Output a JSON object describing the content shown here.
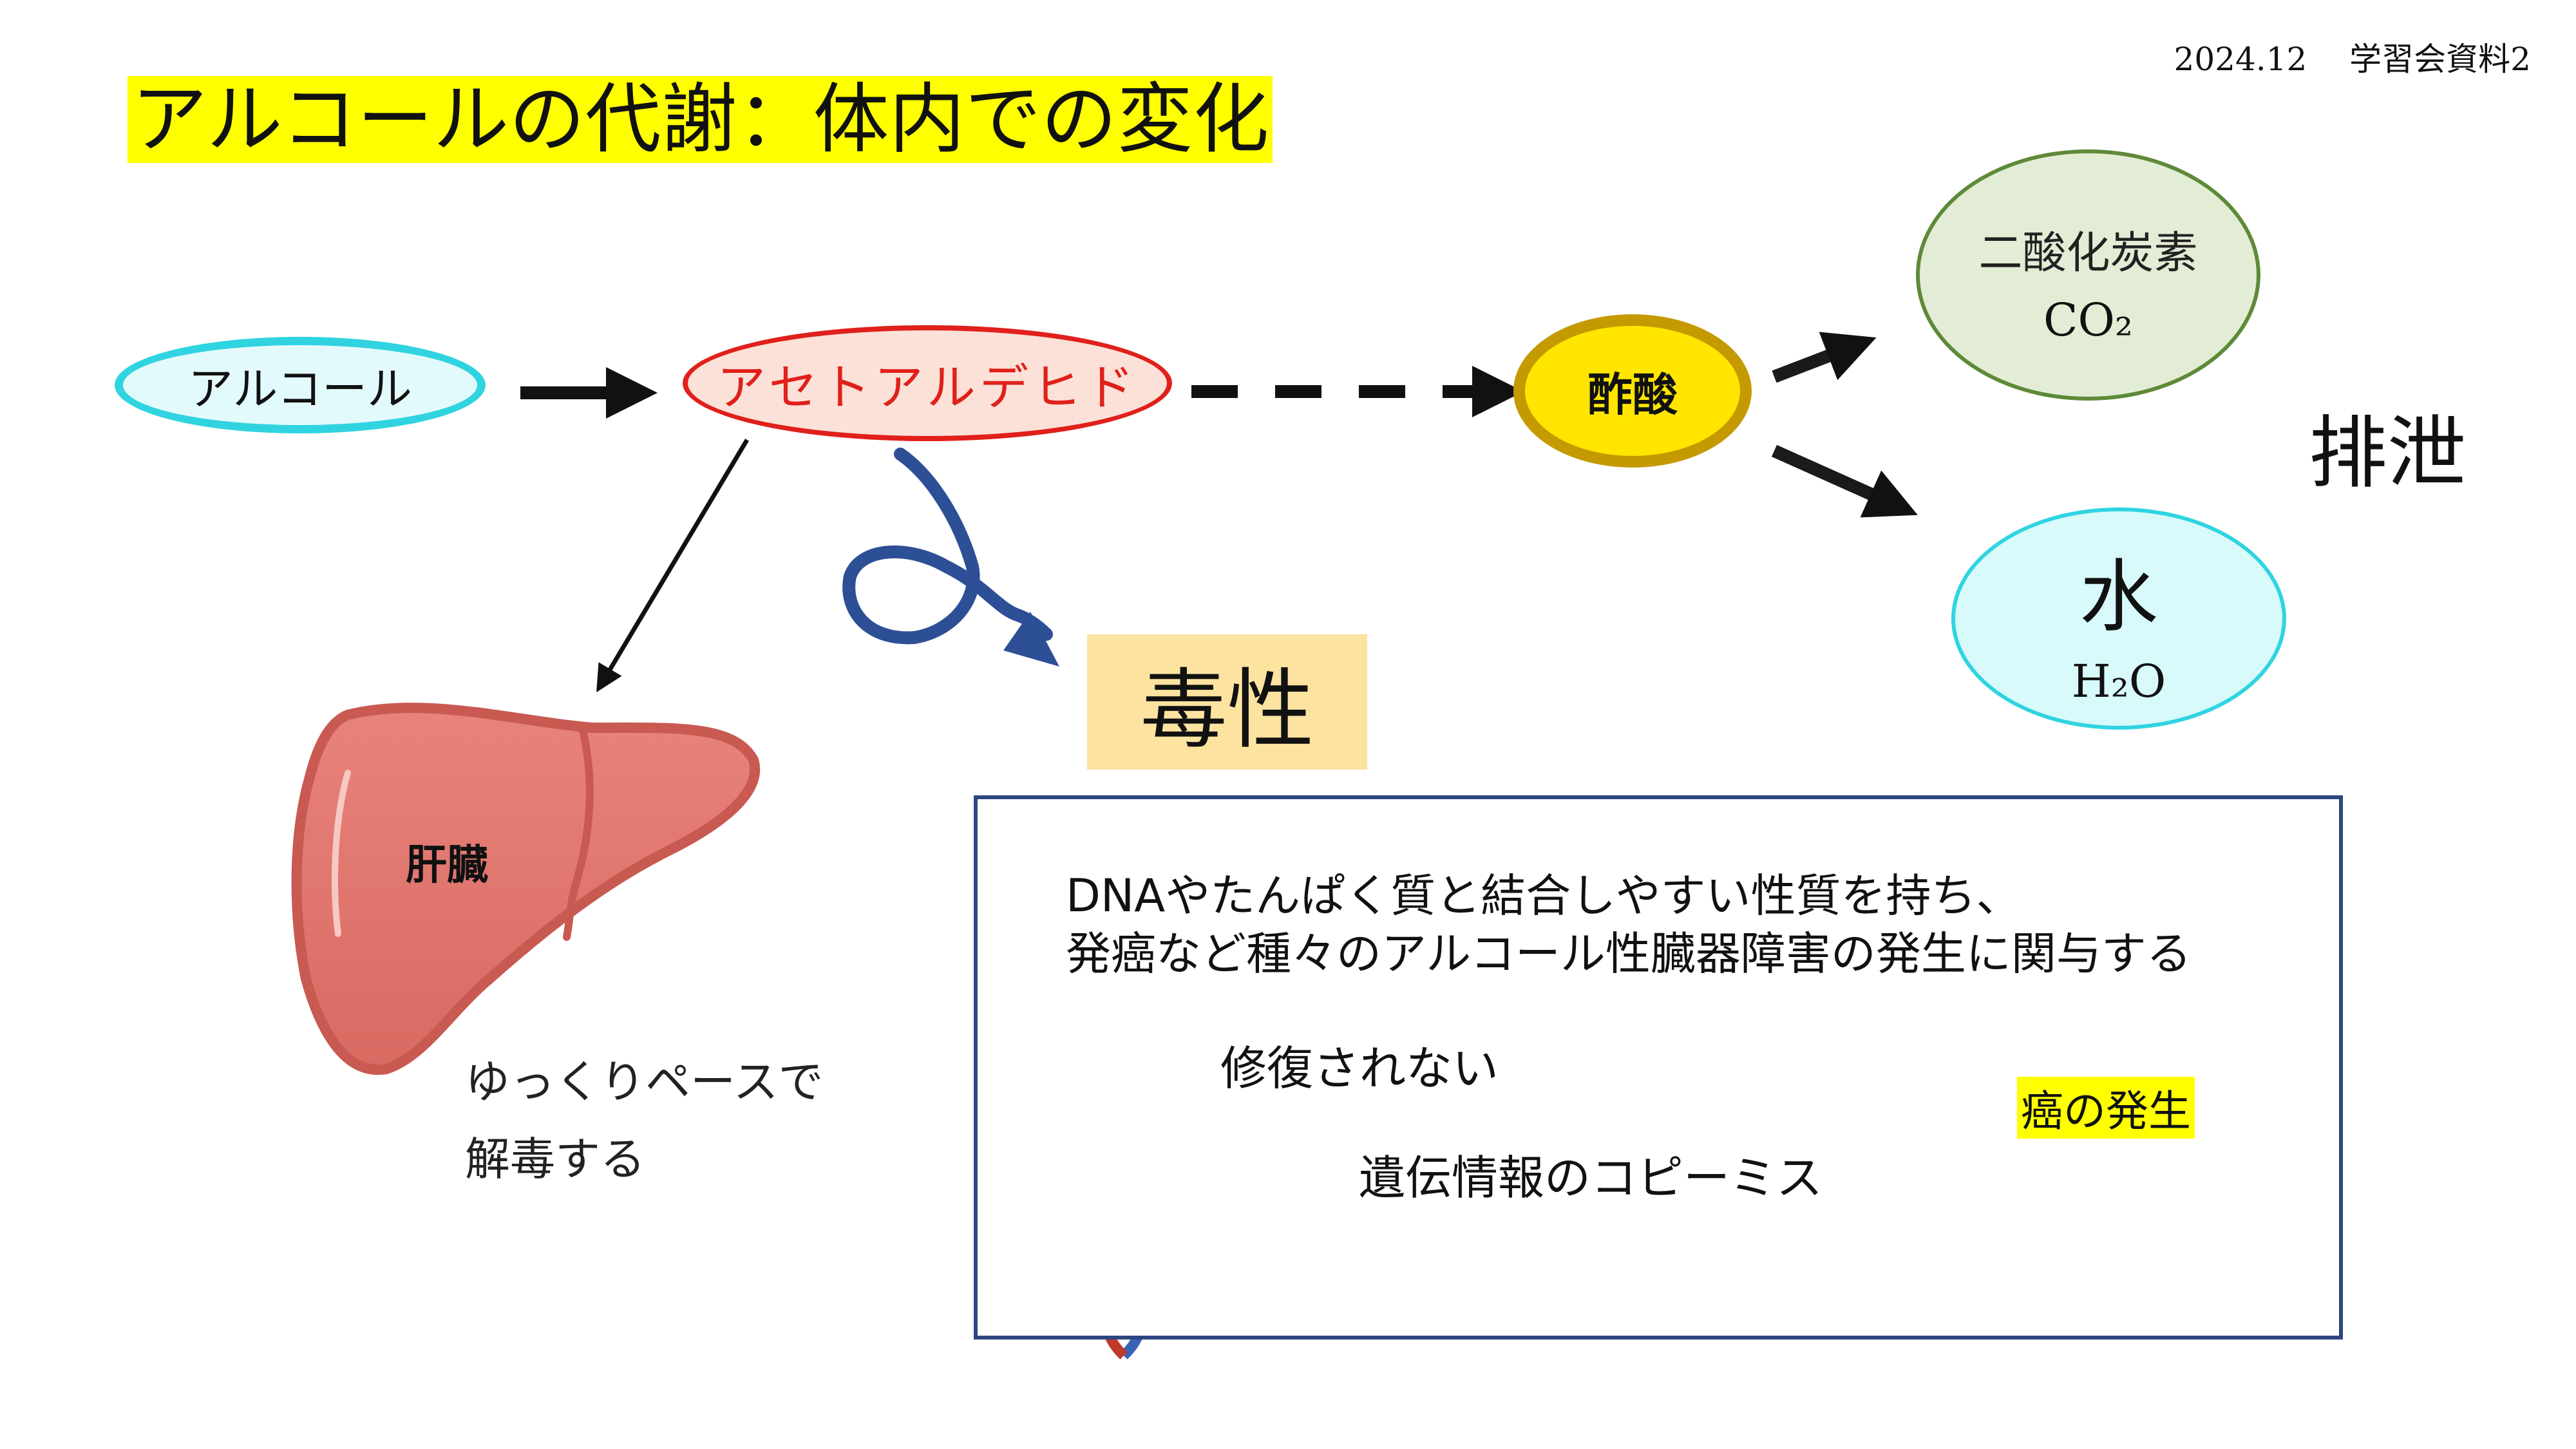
{
  "header": {
    "date_label": "2024.12　 学習会資料2"
  },
  "title": {
    "text": "アルコールの代謝：体内での変化",
    "highlight_color": "#ffff00"
  },
  "nodes": {
    "alcohol": "アルコール",
    "acetaldehyde": "アセトアルデヒド",
    "acetic_acid": "酢酸",
    "co2_name": "二酸化炭素",
    "co2_formula": "CO₂",
    "water_name": "水",
    "water_formula": "H₂O"
  },
  "excretion": "排泄",
  "toxicity": "毒性",
  "liver": {
    "label": "肝臓",
    "note_line1": "ゆっくりペースで",
    "note_line2": "解毒する"
  },
  "info_box": {
    "line1": "DNAやたんぱく質と結合しやすい性質を持ち、",
    "line2": "発癌など種々のアルコール性臓器障害の発生に関与する",
    "not_repaired": "修復されない",
    "copy_error": "遺伝情報のコピーミス",
    "cancer": "癌の発生"
  },
  "colors": {
    "acetaldehyde_text": "#e0201a",
    "alcohol_border": "#2fd4e0",
    "acetic_fill": "#ffe500",
    "box_border": "#2c4780",
    "wavy_arrow": "#2d4f96",
    "burst_border": "#e8141c",
    "liver_fill": "#e27a72"
  },
  "icons": [
    "arrow-icon",
    "dashed-arrow-icon",
    "wavy-arrow-icon",
    "liver-icon",
    "dna-helix-icon",
    "burst-icon"
  ]
}
